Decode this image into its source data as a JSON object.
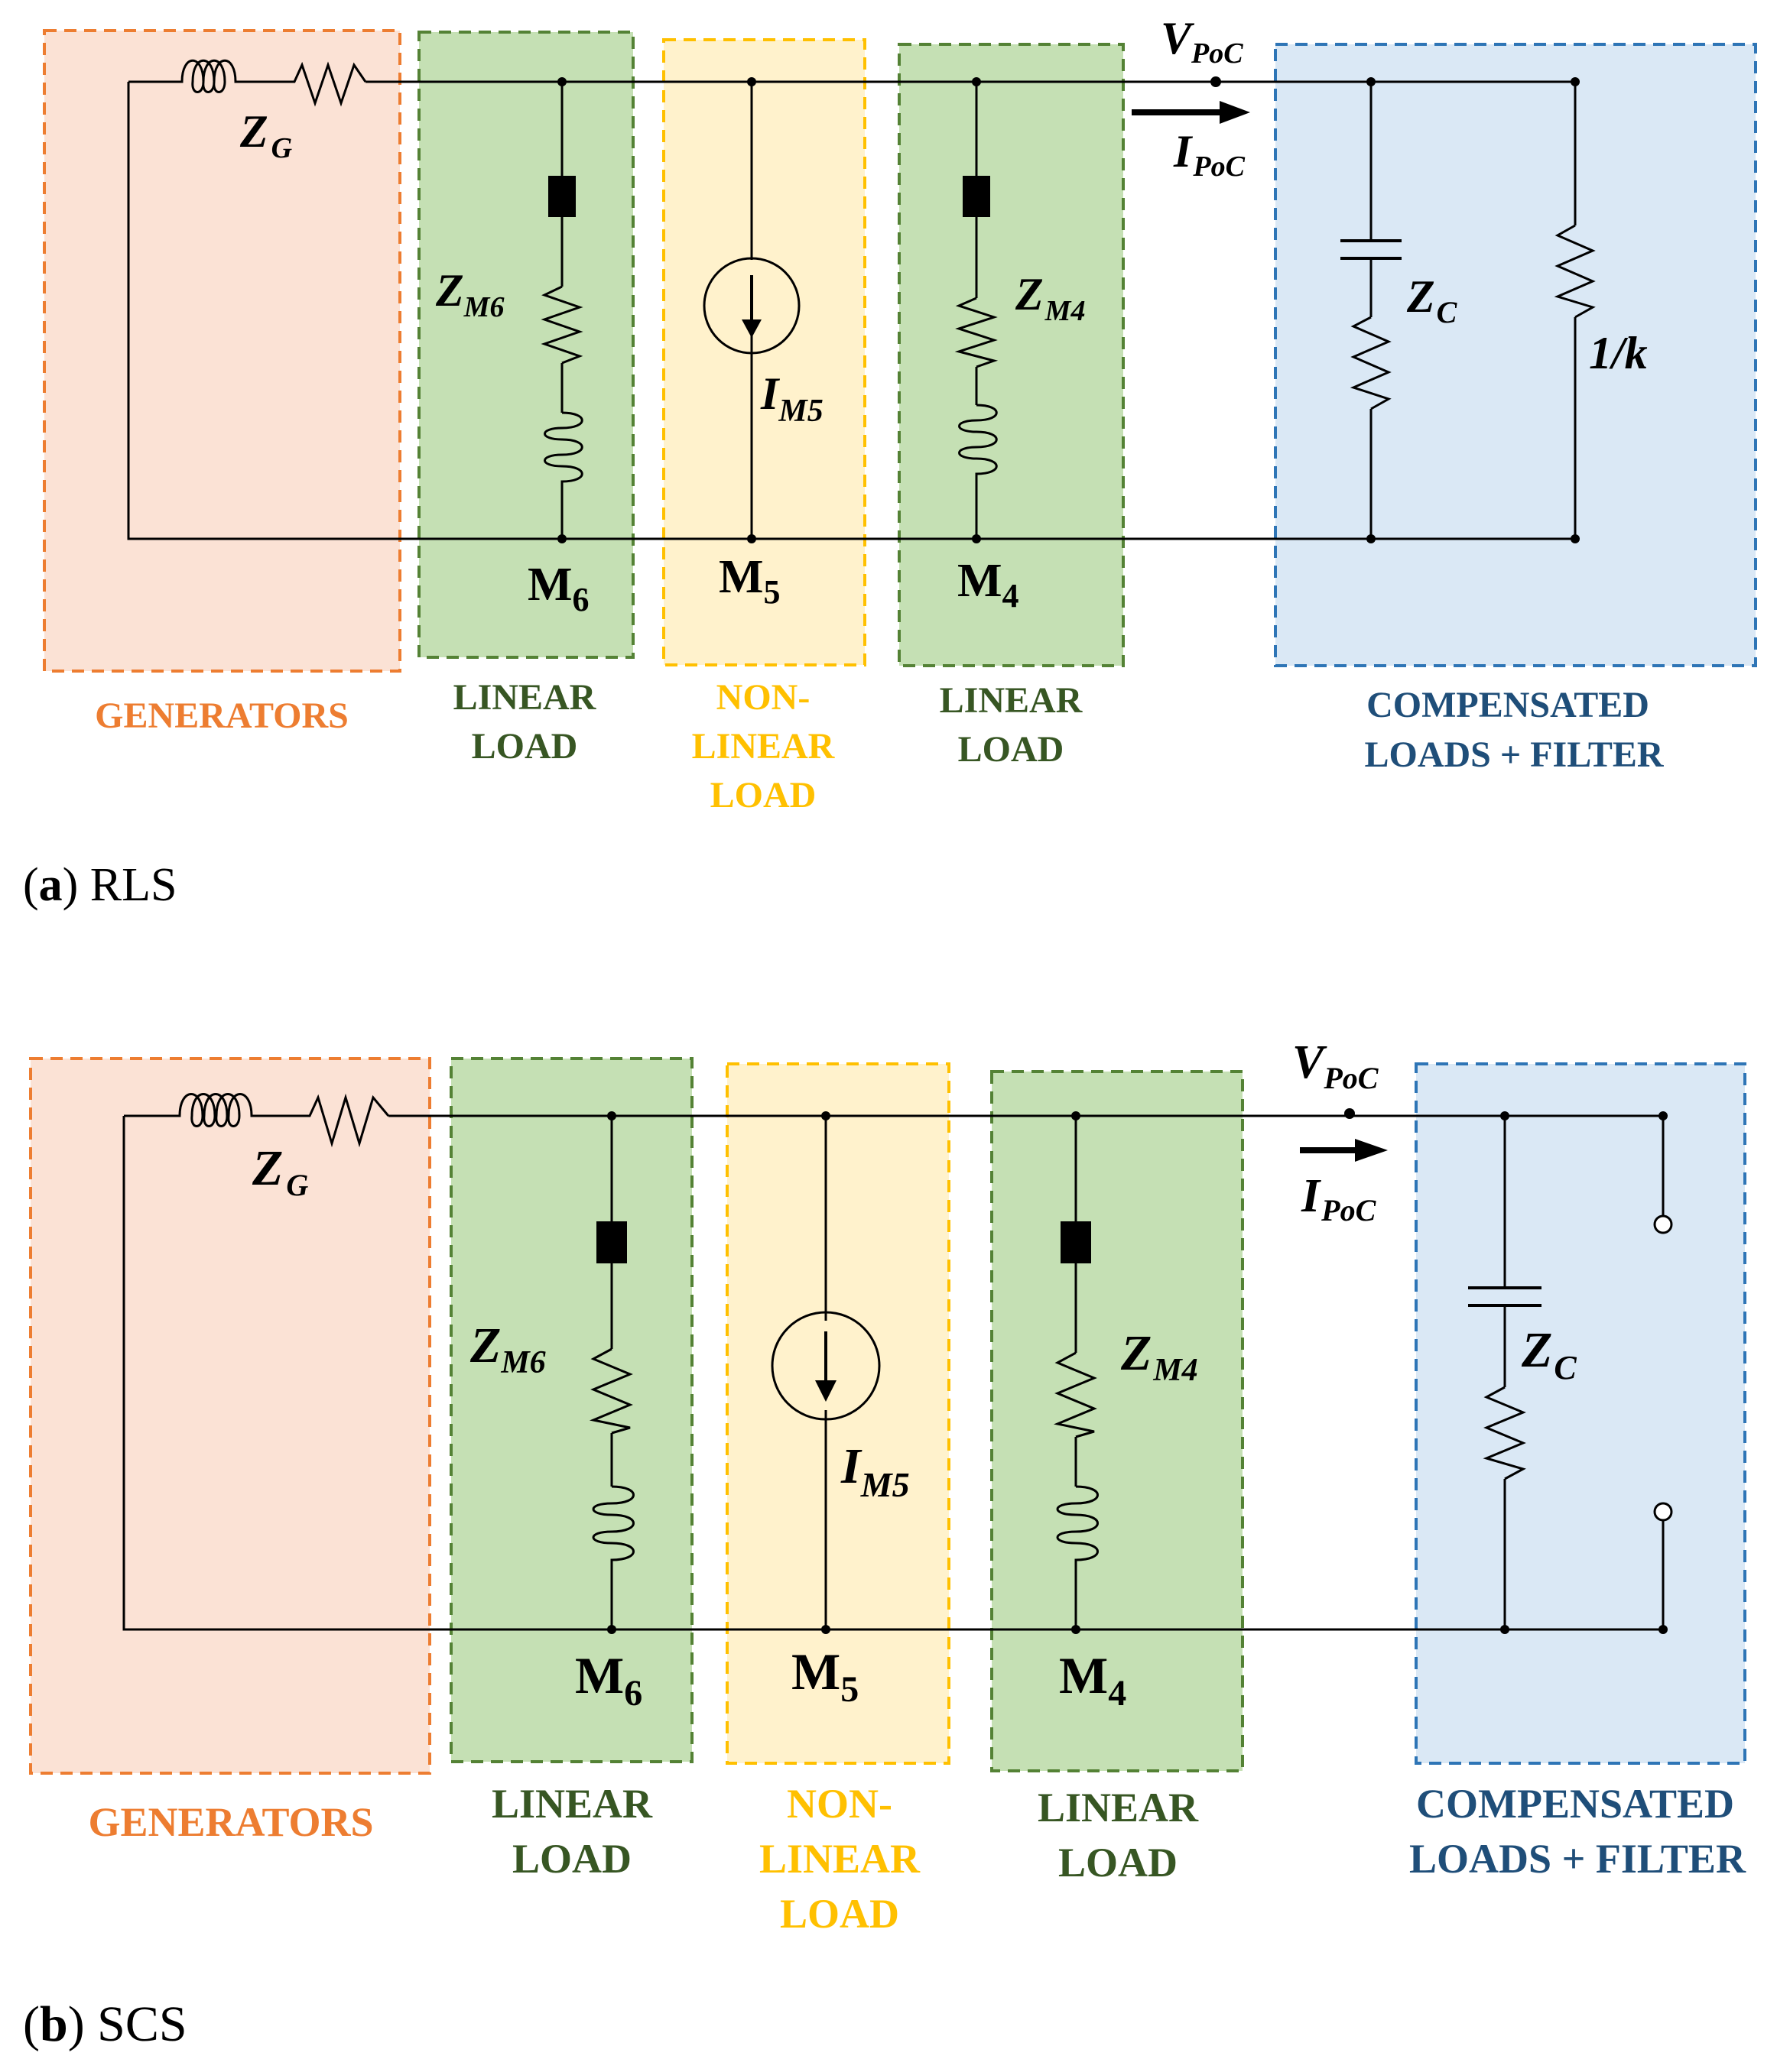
{
  "colors": {
    "generators_fill": "#fbe2d5",
    "generators_stroke": "#ed7d31",
    "generators_text": "#ed7d31",
    "linear_fill": "#c5e0b4",
    "linear_stroke": "#548235",
    "linear_text": "#375623",
    "nonlinear_fill": "#fff2cc",
    "nonlinear_stroke": "#ffc000",
    "nonlinear_text": "#ffc000",
    "compensated_fill": "#dae8f5",
    "compensated_stroke": "#2e75b6",
    "compensated_text": "#1f4e79"
  },
  "labels": {
    "zg_main": "Z",
    "zg_sub": "G",
    "zm6_main": "Z",
    "zm6_sub": "M6",
    "zm4_main": "Z",
    "zm4_sub": "M4",
    "im5_main": "I",
    "im5_sub": "M5",
    "vpoc_main": "V",
    "vpoc_sub": "PoC",
    "ipoc_main": "I",
    "ipoc_sub": "PoC",
    "zc_main": "Z",
    "zc_sub": "C",
    "k_label": "1/k",
    "m6_main": "M",
    "m6_sub": "6",
    "m5_main": "M",
    "m5_sub": "5",
    "m4_main": "M",
    "m4_sub": "4"
  },
  "groups": {
    "generators": [
      "GENERATORS"
    ],
    "linear_load": [
      "LINEAR",
      "LOAD"
    ],
    "nonlinear_load": [
      "NON-",
      "LINEAR",
      "LOAD"
    ],
    "compensated": [
      "COMPENSATED",
      "LOADS + FILTER"
    ]
  },
  "panels": [
    {
      "caption_letter": "a",
      "caption_open": "(",
      "caption_close": ") RLS"
    },
    {
      "caption_letter": "b",
      "caption_open": "(",
      "caption_close": ") SCS"
    }
  ]
}
